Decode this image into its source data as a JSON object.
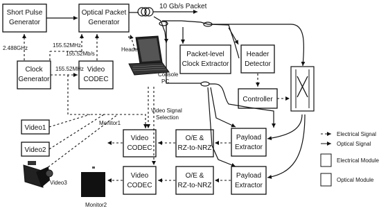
{
  "modules": {
    "short_pulse": [
      "Short Pulse",
      "Generator"
    ],
    "optical_packet": [
      "Optical Packet",
      "Generator"
    ],
    "clock": [
      "Clock",
      "Generator"
    ],
    "video_codec_tx": [
      "Video",
      "CODEC"
    ],
    "packet_clock": [
      "Packet-level",
      "Clock Extractor"
    ],
    "header_detector": [
      "Header",
      "Detector"
    ],
    "controller": [
      "Controller"
    ],
    "video1": [
      "Video1"
    ],
    "video2": [
      "Video2"
    ],
    "codec_rx1": [
      "Video",
      "CODEC"
    ],
    "codec_rx2": [
      "Video",
      "CODEC"
    ],
    "oe1": [
      "O/E &",
      "RZ-to-NRZ"
    ],
    "oe2": [
      "O/E &",
      "RZ-to-NRZ"
    ],
    "payload1": [
      "Payload",
      "Extractor"
    ],
    "payload2": [
      "Payload",
      "Extractor"
    ]
  },
  "labels": {
    "packet_rate": "10 Gb/s Packet",
    "freq_2488": "2.488GHz",
    "freq_155_a": "155.52MHz",
    "rate_155": "155.52Mb/s",
    "header": "Header",
    "freq_155_b": "155.52MHz",
    "console_pc": [
      "Console",
      "PC"
    ],
    "video_signal_selection": [
      "Video Signal",
      "Selection"
    ],
    "monitor1": "Monitor1",
    "video3": "Video3",
    "monitor2": "Monitor2"
  },
  "legend": {
    "electrical_signal": "Electrical Signal",
    "optical_signal": "Optical Signal",
    "electrical_module": "Electrical Module",
    "optical_module": "Optical Module"
  }
}
